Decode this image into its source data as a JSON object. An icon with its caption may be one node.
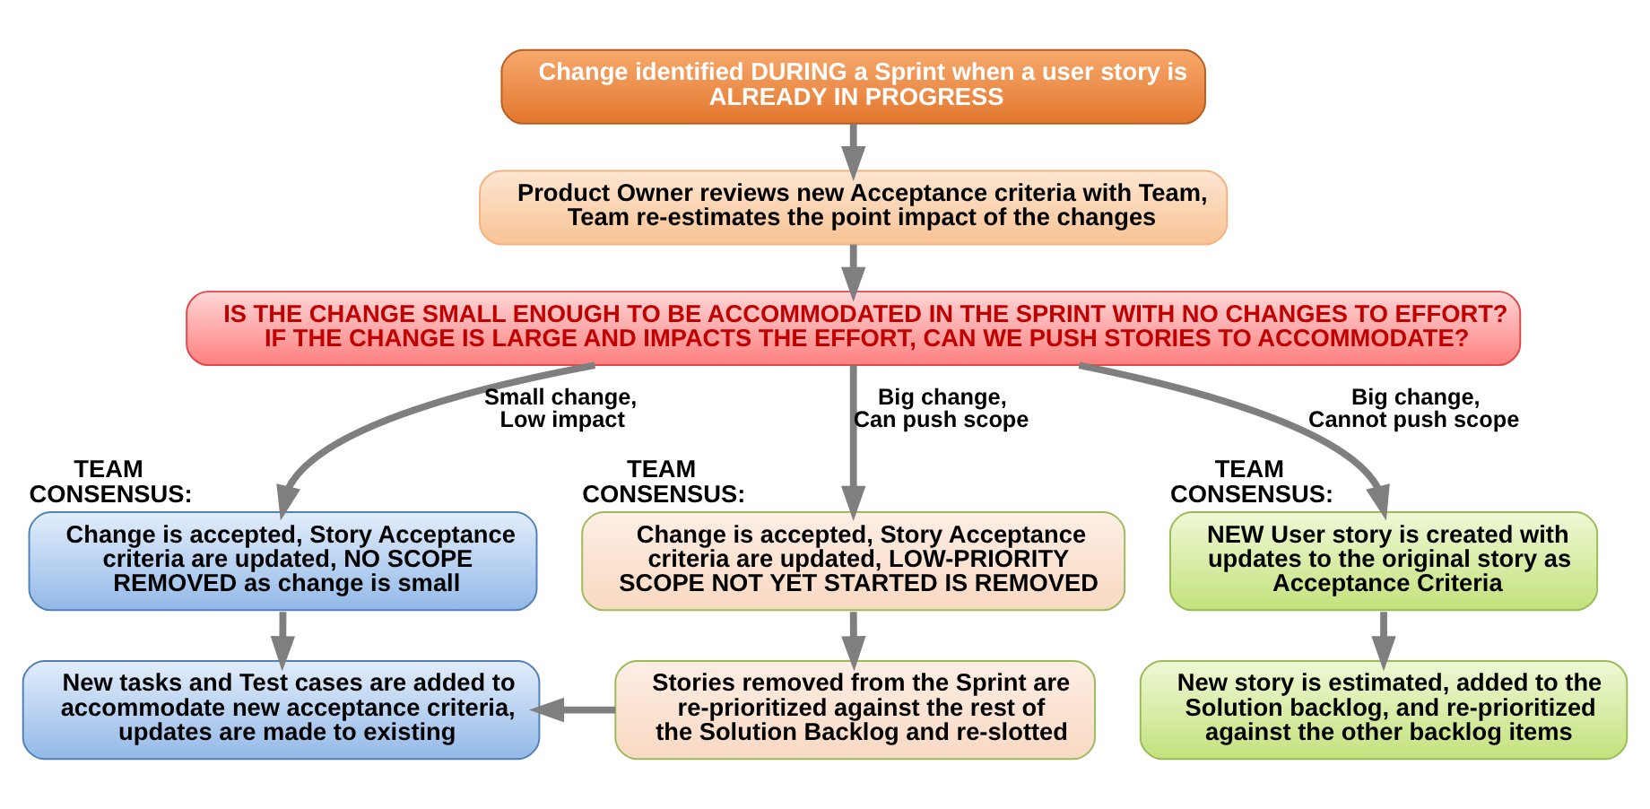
{
  "diagram": {
    "nodes": [
      {
        "text": [
          "Change identified DURING a Sprint when a user story is ALREADY IN PROGRESS"
        ]
      },
      {
        "text": [
          "Product Owner reviews new Acceptance criteria with Team, Team re-estimates the point impact of the changes"
        ]
      },
      {
        "text": [
          "IS THE CHANGE SMALL ENOUGH TO BE ACCOMMODATED IN THE SPRINT WITH NO CHANGES TO EFFORT? IF THE CHANGE IS LARGE AND IMPACTS THE EFFORT, CAN WE PUSH STORIES TO ACCOMMODATE?"
        ]
      },
      {
        "text": [
          "Change is accepted, Story Acceptance criteria are updated, NO SCOPE REMOVED as change is small"
        ],
        "beside": [
          "TEAM CONSENSUS:"
        ]
      },
      {
        "text": [
          "Change is accepted, Story Acceptance criteria are updated, LOW-PRIORITY SCOPE NOT YET STARTED IS REMOVED"
        ],
        "beside": [
          "TEAM CONSENSUS:"
        ]
      },
      {
        "text": [
          "NEW User story is created with updates to the original story as Acceptance Criteria"
        ],
        "beside": [
          "TEAM CONSENSUS:"
        ]
      },
      {
        "text": [
          "New tasks and Test cases are added to accommodate new acceptance criteria, updates are made to existing"
        ]
      },
      {
        "text": [
          "Stories removed from the Sprint are re-prioritized against the rest of the Solution Backlog and re-slotted"
        ]
      },
      {
        "text": [
          "New story is estimated, added to the Solution backlog, and re-prioritized against the other backlog items"
        ]
      }
    ],
    "edges": [
      {
        "from": 0,
        "to": 1,
        "arrow": "to"
      },
      {
        "from": 1,
        "to": 2,
        "arrow": "to"
      },
      {
        "from": 2,
        "to": 3,
        "arrow": "to",
        "label": "Small change, Low impact"
      },
      {
        "from": 2,
        "to": 4,
        "arrow": "to",
        "label": "Big change, Can push scope"
      },
      {
        "from": 2,
        "to": 5,
        "arrow": "to",
        "label": "Big change, Cannot push scope"
      },
      {
        "from": 3,
        "to": 6,
        "arrow": "to"
      },
      {
        "from": 4,
        "to": 7,
        "arrow": "to"
      },
      {
        "from": 5,
        "to": 8,
        "arrow": "to"
      },
      {
        "from": 7,
        "to": 6,
        "arrow": "to"
      }
    ]
  }
}
